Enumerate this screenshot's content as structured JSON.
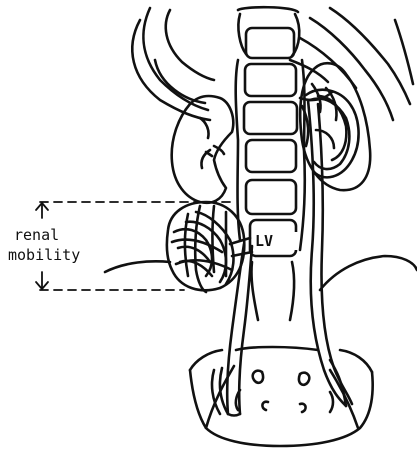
{
  "annotation": {
    "label_line1": "renal",
    "label_line2": "mobility"
  },
  "vertebra_label": "LV",
  "colors": {
    "ink": "#111111",
    "paper": "#ffffff"
  }
}
